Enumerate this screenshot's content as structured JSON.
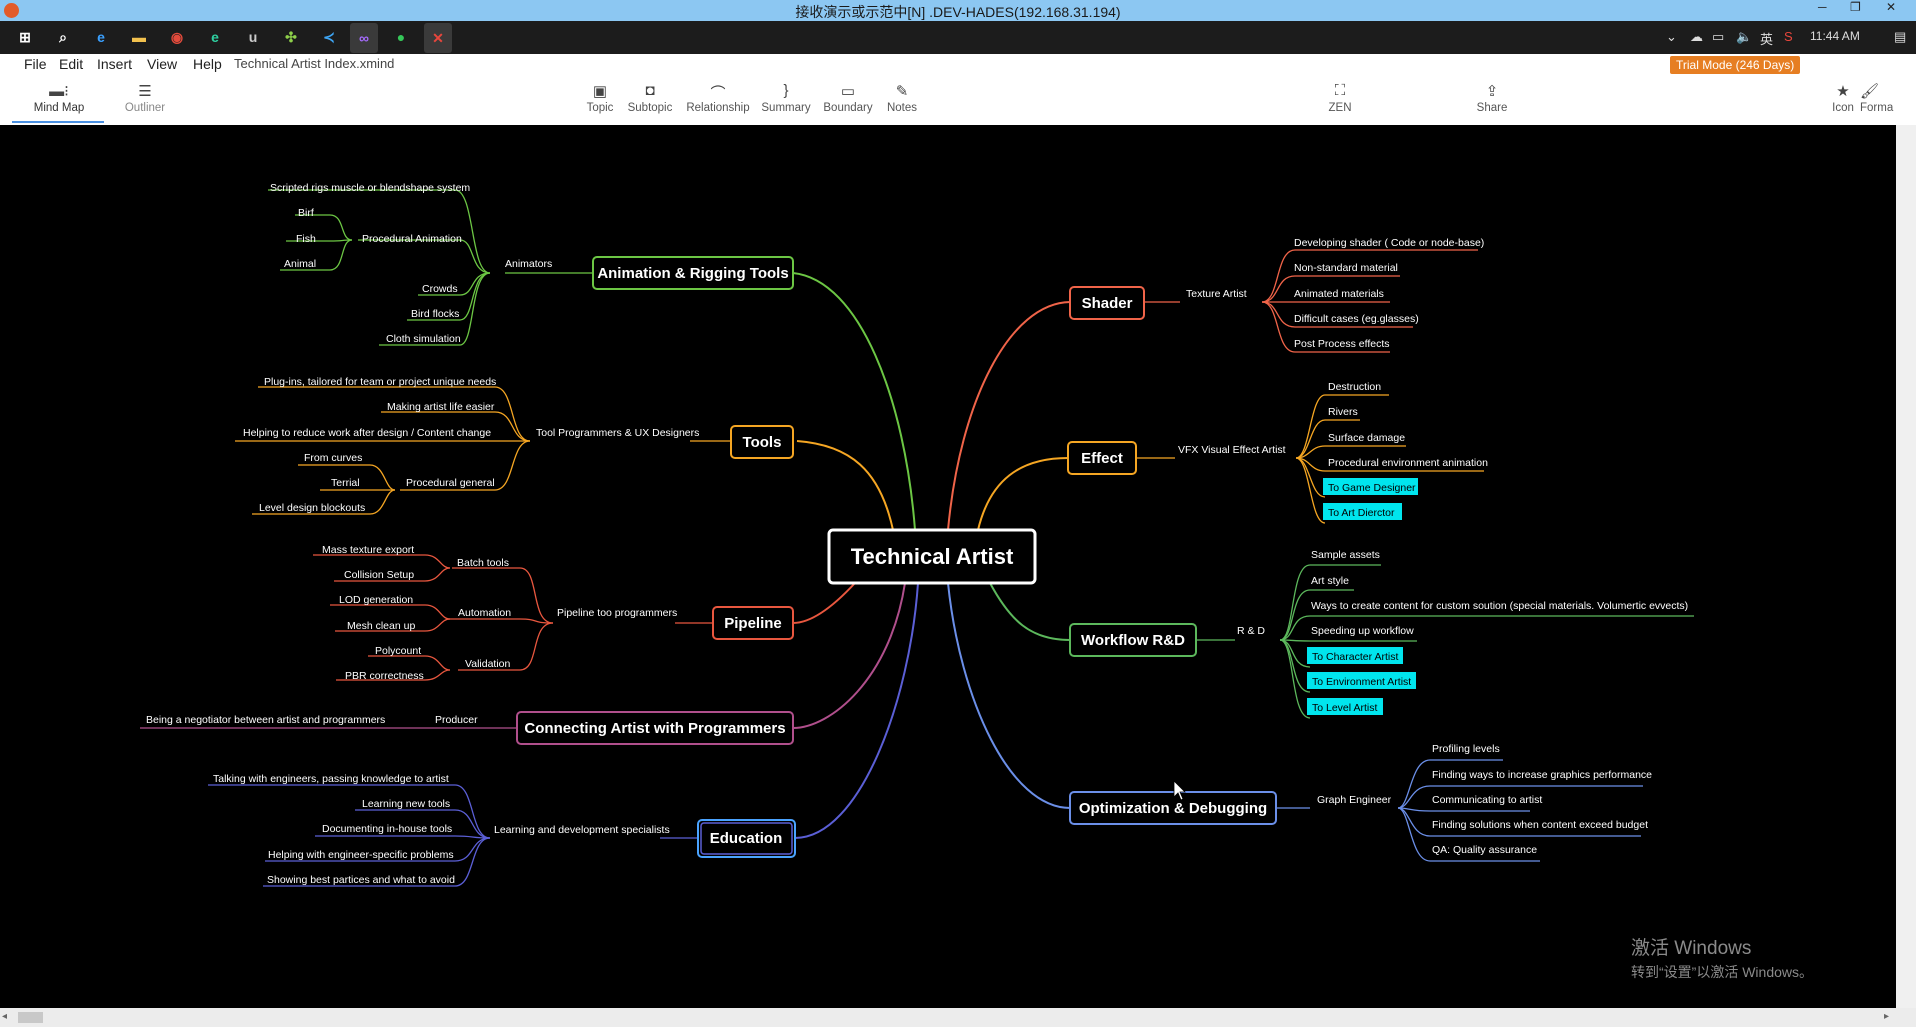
{
  "remote": {
    "title": "接收演示或示范中[N] .DEV-HADES(192.168.31.194)"
  },
  "taskbar": {
    "time": "11:44 AM",
    "ime": "英"
  },
  "app": {
    "menus": [
      "File",
      "Edit",
      "Insert",
      "View",
      "Help"
    ],
    "filename": "Technical Artist Index.xmind",
    "views": {
      "mindmap": "Mind Map",
      "outliner": "Outliner"
    },
    "tools": {
      "topic": "Topic",
      "subtopic": "Subtopic",
      "relationship": "Relationship",
      "summary": "Summary",
      "boundary": "Boundary",
      "notes": "Notes",
      "zen": "ZEN",
      "share": "Share",
      "icon": "Icon",
      "format": "Forma"
    },
    "trial": "Trial Mode (246 Days)"
  },
  "map": {
    "root": "Technical Artist",
    "anim": {
      "title": "Animation & Rigging Tools",
      "sub": "Animators",
      "procedural": "Procedural Animation",
      "items": [
        "Scripted rigs muscle or blendshape system",
        "Crowds",
        "Bird flocks",
        "Cloth simulation"
      ],
      "proc_items": [
        "Birf",
        "Fish",
        "Animal"
      ]
    },
    "tools": {
      "title": "Tools",
      "sub": "Tool Programmers & UX Designers",
      "general": "Procedural general",
      "items": [
        "Plug-ins, tailored for team or project unique needs",
        "Making artist life easier",
        "Helping to reduce work after design / Content change"
      ],
      "gen_items": [
        "From curves",
        "Terrial",
        "Level design blockouts"
      ]
    },
    "pipeline": {
      "title": "Pipeline",
      "sub": "Pipeline too programmers",
      "batch": "Batch tools",
      "automation": "Automation",
      "validation": "Validation",
      "batch_items": [
        "Mass texture export",
        "Collision Setup"
      ],
      "auto_items": [
        "LOD generation",
        "Mesh clean up"
      ],
      "valid_items": [
        "Polycount",
        "PBR correctness"
      ]
    },
    "connect": {
      "title": "Connecting Artist with Programmers",
      "sub": "Producer",
      "items": [
        "Being a negotiator between artist and programmers"
      ]
    },
    "edu": {
      "title": "Education",
      "sub": "Learning and development specialists",
      "items": [
        "Talking with engineers, passing  knowledge to artist",
        "Learning new tools",
        "Documenting in-house tools",
        "Helping with engineer-specific problems",
        "Showing best partices and what to avoid"
      ]
    },
    "shader": {
      "title": "Shader",
      "sub": "Texture Artist",
      "items": [
        "Developing shader ( Code or node-base)",
        "Non-standard material",
        "Animated materials",
        "Difficult cases (eg.glasses)",
        "Post Process effects"
      ]
    },
    "effect": {
      "title": "Effect",
      "sub": "VFX Visual Effect Artist",
      "items": [
        "Destruction",
        "Rivers",
        "Surface damage",
        "Procedural environment animation"
      ],
      "links": [
        "To Game Designer",
        "To Art Dierctor"
      ]
    },
    "rnd": {
      "title": "Workflow R&D",
      "sub": "R & D",
      "items": [
        "Sample assets",
        "Art style",
        "Ways to create content for custom soution (special materials. Volumertic evvects)",
        "Speeding up workflow"
      ],
      "links": [
        "To Character Artist",
        "To Environment Artist",
        "To Level Artist"
      ]
    },
    "opt": {
      "title": "Optimization  & Debugging",
      "sub": "Graph Engineer",
      "items": [
        "Profiling levels",
        "Finding ways to increase graphics performance",
        "Communicating to artist",
        "Finding solutions when content exceed budget",
        "QA: Quality assurance"
      ]
    }
  },
  "watermark": {
    "line1": "激活 Windows",
    "line2": "转到“设置”以激活 Windows。"
  },
  "colors": {
    "anim": "#6cc644",
    "tools": "#f5a623",
    "pipeline": "#e8573f",
    "connect": "#b04f8c",
    "edu": "#5b5fd6",
    "shader": "#f06449",
    "effect": "#f5a623",
    "rnd": "#5cb85c",
    "opt": "#6b8fe8",
    "tag": "#00e5ee"
  }
}
